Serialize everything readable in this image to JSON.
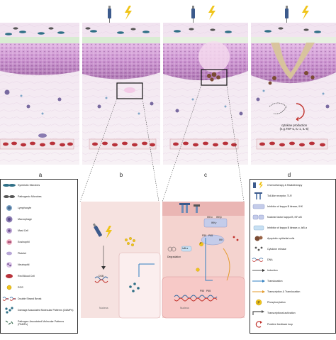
{
  "panels": [
    {
      "letter": "a"
    },
    {
      "letter": "b"
    },
    {
      "letter": "c"
    },
    {
      "letter": "d"
    }
  ],
  "cytokine": {
    "line1": "cytokine production",
    "line2": "(e.g.TNF-α, IL-1, IL-6)"
  },
  "legend_left": {
    "items": [
      {
        "label": "Symbiotic Microbes",
        "icon": "symbiotic-microbe-icon"
      },
      {
        "label": "Pathogenic Microbes",
        "icon": "pathogenic-microbe-icon"
      },
      {
        "label": "Lymphocyte",
        "icon": "lymphocyte-icon"
      },
      {
        "label": "Macrophage",
        "icon": "macrophage-icon"
      },
      {
        "label": "Mast Cell",
        "icon": "mast-cell-icon"
      },
      {
        "label": "Eosinophil",
        "icon": "eosinophil-icon"
      },
      {
        "label": "Platelet",
        "icon": "platelet-icon"
      },
      {
        "label": "Neutrophil",
        "icon": "neutrophil-icon"
      },
      {
        "label": "Red Blood Cell",
        "icon": "red-blood-cell-icon"
      },
      {
        "label": "ROS",
        "icon": "ros-icon"
      },
      {
        "label": "Double Strand Break",
        "icon": "dna-break-icon"
      },
      {
        "label": "Damage Associated Molecular Patterns (DAMPs)",
        "icon": "damps-icon"
      },
      {
        "label": "Pathogen-Associated Molecular Patterns (PAMPs)",
        "icon": "pamps-icon"
      }
    ]
  },
  "legend_right": {
    "items": [
      {
        "label": "Chemotherapy & Radiotherapy",
        "icon": "syringe-lightning-icon"
      },
      {
        "label": "Toll-like receptor, TLR",
        "icon": "tlr-receptor-icon"
      },
      {
        "label": "Inhibitor of kappa B kinase, IKK",
        "icon": "ikk-icon"
      },
      {
        "label": "Nuclear factor kappa B, NF-κB",
        "icon": "nfkb-icon"
      },
      {
        "label": "Inhibitor of kappa B kinase-α, IκB-α",
        "icon": "ikba-icon"
      },
      {
        "label": "Apoptotic epithelial cells",
        "icon": "apoptotic-cell-icon"
      },
      {
        "label": "Cytokine release",
        "icon": "cytokine-icon"
      },
      {
        "label": "DNA",
        "icon": "dna-icon"
      },
      {
        "label": "Induction",
        "icon": "induction-arrow-icon"
      },
      {
        "label": "Translocation",
        "icon": "translocation-arrow-icon"
      },
      {
        "label": "Transcription & Translocation",
        "icon": "transcription-arrow-icon"
      },
      {
        "label": "Phosphorylation",
        "icon": "phosphorylation-icon"
      },
      {
        "label": "Transcriptional activation",
        "icon": "transcriptional-activation-icon"
      },
      {
        "label": "Positive feedback loop",
        "icon": "feedback-loop-icon"
      }
    ]
  },
  "inset_left": {
    "dsb_label": "DSB",
    "nucleus_label": "Nucleus"
  },
  "inset_right": {
    "ikk_subunits": [
      "IKKα",
      "IKKβ",
      "IKKγ"
    ],
    "ikk_label": "IKK",
    "ikba_label": "IκB-α",
    "degradation_label": "Degradation",
    "nfkb_subunits": [
      "P50",
      "P65"
    ],
    "phospho_label": "P",
    "nucleus_label": "Nucleus"
  },
  "colors": {
    "epithelium_top": "#d59ed8",
    "epithelium_base": "#b77dbd",
    "lamina": "#f3e9f2",
    "vessel": "#b8323a",
    "inset_left_bg": "#f6e2e0",
    "inset_right_bg": "#f4d3cf"
  }
}
